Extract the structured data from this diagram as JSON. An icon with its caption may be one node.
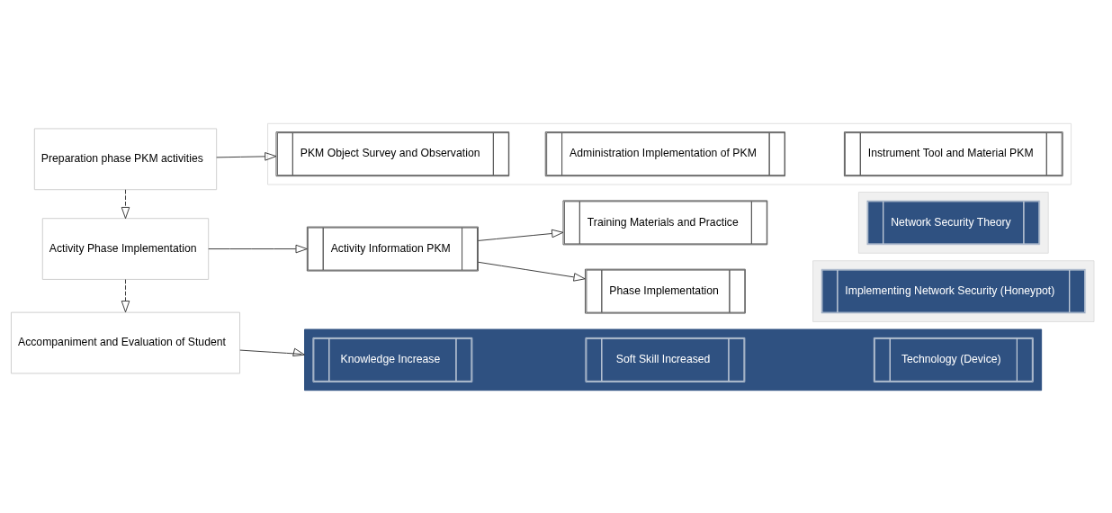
{
  "diagram": {
    "nodes": [
      {
        "text": [
          "Preparation phase PKM activities"
        ]
      },
      {
        "text": [],
        "shape": "box"
      },
      {
        "text": [
          "PKM Object Survey and Observation"
        ],
        "in": 1
      },
      {
        "text": [
          "Administration Implementation of PKM"
        ],
        "in": 1
      },
      {
        "text": [
          "Instrument Tool and Material PKM"
        ],
        "in": 1
      },
      {
        "text": [
          "Activity Phase Implementation"
        ]
      },
      {
        "text": [
          "Activity Information PKM"
        ]
      },
      {
        "text": [
          "Training Materials and Practice"
        ]
      },
      {
        "text": [
          "Phase Implementation"
        ]
      },
      {
        "text": [],
        "shape": "box"
      },
      {
        "text": [
          "Network Security Theory"
        ],
        "in": 9
      },
      {
        "text": [],
        "shape": "box"
      },
      {
        "text": [
          "Implementing Network Security (Honeypot)"
        ],
        "in": 11
      },
      {
        "text": [
          "Accompaniment and Evaluation of Student"
        ]
      },
      {
        "text": [],
        "shape": "box"
      },
      {
        "text": [
          "Knowledge Increase"
        ],
        "in": 14
      },
      {
        "text": [
          "Soft Skill Increased"
        ],
        "in": 14
      },
      {
        "text": [
          "Technology (Device)"
        ],
        "in": 14
      }
    ],
    "edges": [
      {
        "from": 0,
        "to": 2,
        "arrow": "to"
      },
      {
        "from": 0,
        "to": 5,
        "arrow": "to",
        "style": "dashed"
      },
      {
        "from": 5,
        "to": 6,
        "arrow": "to"
      },
      {
        "from": 6,
        "to": 7,
        "arrow": "to"
      },
      {
        "from": 6,
        "to": 8,
        "arrow": "to"
      },
      {
        "from": 5,
        "to": 13,
        "arrow": "to",
        "style": "dashed"
      },
      {
        "from": 13,
        "to": 14,
        "arrow": "to"
      }
    ]
  }
}
